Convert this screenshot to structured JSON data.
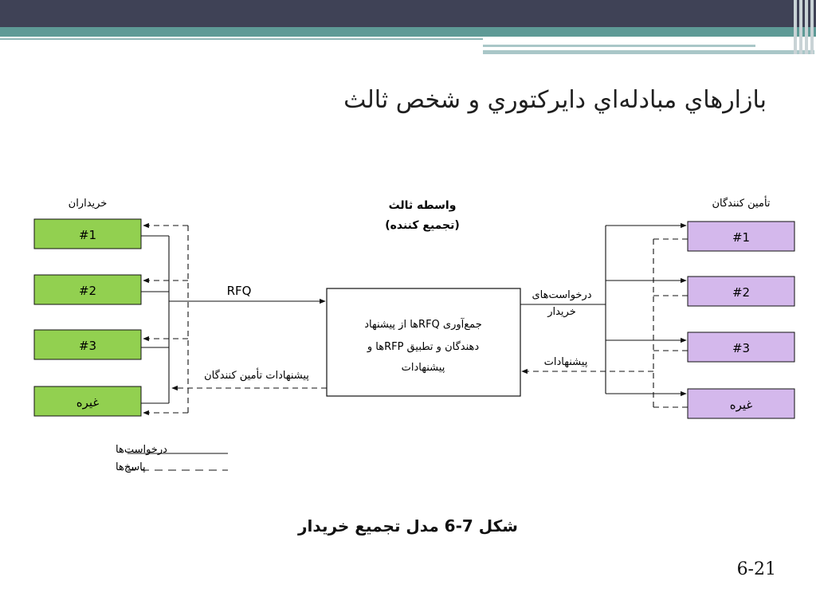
{
  "slide": {
    "title": "بازارهاي مبادله‌اي دايركتوري و شخص ثالث",
    "caption": "شکل 7-6 مدل تجميع خريدار",
    "page_number": "6-21"
  },
  "diagram": {
    "buyers_header": "خریداران",
    "buyers": [
      "#1",
      "#2",
      "#3",
      "غیره"
    ],
    "suppliers_header": "تأمین کنندگان",
    "suppliers": [
      "#1",
      "#2",
      "#3",
      "غیره"
    ],
    "intermediary_title": "واسطه ثالث",
    "intermediary_subtitle": "(تجمیع کننده)",
    "center_box_lines": [
      "جمع‌آوری RFQها از پیشنهاد",
      "دهندگان و تطبیق RFPها و",
      "پیشنهادات"
    ],
    "rfq_label": "RFQ",
    "supplier_offers_label": "پیشنهادات تأمین کنندگان",
    "buyer_requests_label": [
      "درخواست‌های",
      "خریدار"
    ],
    "offers_label": "پیشنهادات",
    "legend": {
      "requests": "درخواست‌ها",
      "responses": "پاسخ‌ها"
    }
  },
  "colors": {
    "header_dark": "#3f4256",
    "header_teal": "#5e9a96",
    "buyer_box": "#92d050",
    "supplier_box": "#d4b8ec"
  }
}
